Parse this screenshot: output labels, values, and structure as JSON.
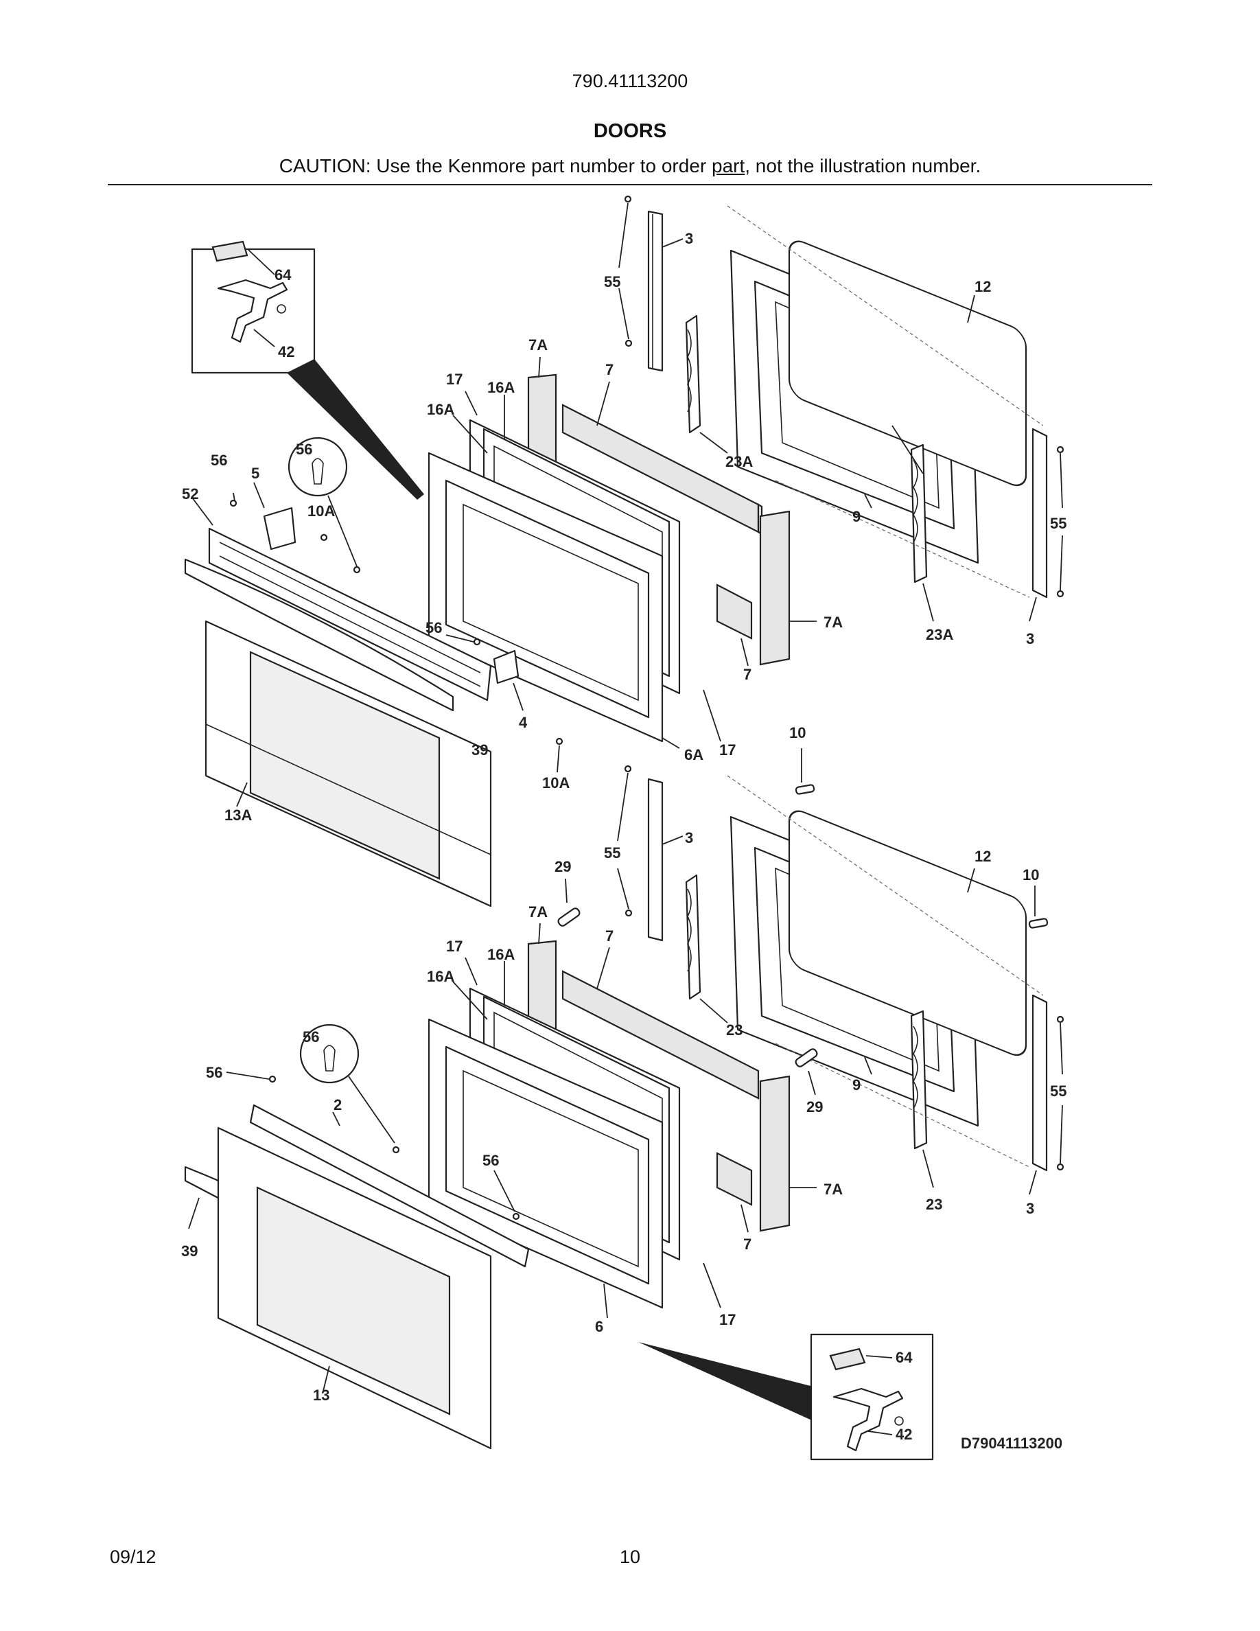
{
  "header": {
    "model_number": "790.41113200",
    "section_title": "DOORS",
    "caution_prefix": "CAUTION: Use the Kenmore part number to order ",
    "caution_underlined": "part",
    "caution_suffix": ", not the illustration number."
  },
  "diagram": {
    "code": "D79041113200",
    "callouts": {
      "top_inset_64": "64",
      "top_inset_42": "42",
      "u55a": "55",
      "u3a": "3",
      "u12": "12",
      "u7A_top": "7A",
      "u7_top": "7",
      "u17_top": "17",
      "u16A_top": "16A",
      "u16A_left": "16A",
      "u23A_a": "23A",
      "u56_circle": "56",
      "u56_a": "56",
      "u5": "5",
      "u52": "52",
      "u10A_a": "10A",
      "u9": "9",
      "u55b": "55",
      "u7A_right": "7A",
      "u23A_b": "23A",
      "u3b": "3",
      "u7_mid": "7",
      "u56_b": "56",
      "u4": "4",
      "u39": "39",
      "u6A": "6A",
      "u17_mid": "17",
      "u10A_b": "10A",
      "u13A": "13A",
      "u10_a": "10",
      "l55a": "55",
      "l3a": "3",
      "l12": "12",
      "l10": "10",
      "l29a": "29",
      "l7A_top": "7A",
      "l7_top": "7",
      "l17_top": "17",
      "l16A_top": "16A",
      "l16A_left": "16A",
      "l23a": "23",
      "l56_circle": "56",
      "l56_a": "56",
      "l2": "2",
      "l9": "9",
      "l29b": "29",
      "l55b": "55",
      "l56_b": "56",
      "l39": "39",
      "l7_mid": "7",
      "l7A_right": "7A",
      "l23b": "23",
      "l3b": "3",
      "l6": "6",
      "l17_bot": "17",
      "l13": "13",
      "bottom_inset_64": "64",
      "bottom_inset_42": "42"
    }
  },
  "footer": {
    "date": "09/12",
    "page": "10"
  }
}
